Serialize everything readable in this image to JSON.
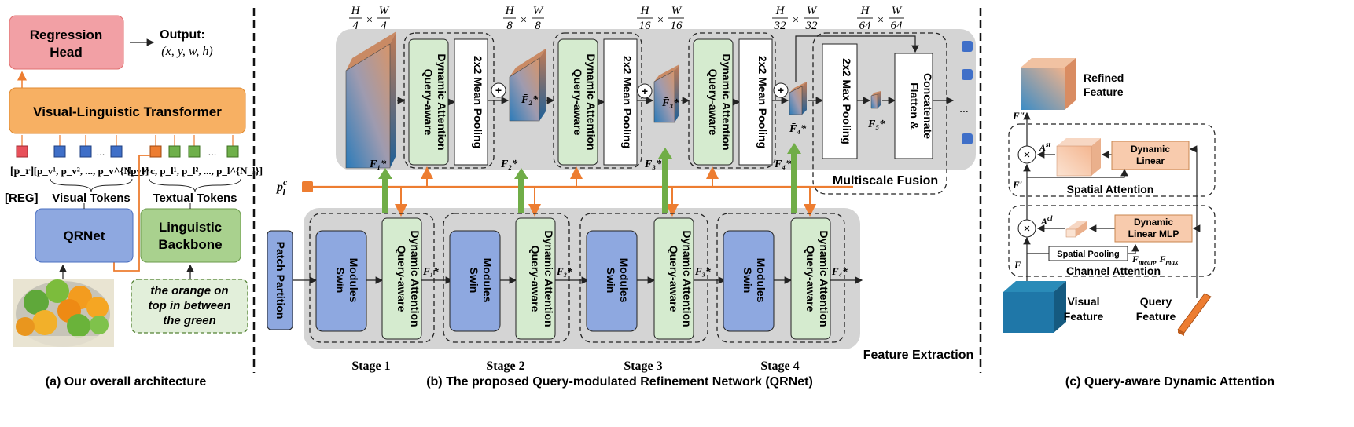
{
  "panel_a": {
    "regression_head": [
      "Regression",
      "Head"
    ],
    "output_label": "Output:",
    "output_value": "(x, y, w, h)",
    "vlt": "Visual-Linguistic Transformer",
    "reg_token": "[p_r]",
    "reg_label": "[REG]",
    "visual_tokens_text": "[p_v¹, p_v², ..., p_v^{N_v}]",
    "visual_tokens_label": "Visual Tokens",
    "textual_tokens_text": "[p_l^c, p_l¹, p_l², ..., p_l^{N_l}]",
    "textual_tokens_label": "Textual Tokens",
    "ellipsis": "...",
    "qrnet": "QRNet",
    "linguistic_backbone": [
      "Linguistic",
      "Backbone"
    ],
    "query_text": [
      "the orange on",
      "top in between",
      "the green"
    ],
    "caption": "(a) Our overall architecture"
  },
  "panel_b": {
    "resolutions": [
      {
        "num": "H",
        "den1": "4",
        "den2": "4"
      },
      {
        "num": "H",
        "den1": "8",
        "den2": "8"
      },
      {
        "num": "H",
        "den1": "16",
        "den2": "16"
      },
      {
        "num": "H",
        "den1": "32",
        "den2": "32"
      },
      {
        "num": "H",
        "den1": "64",
        "den2": "64"
      }
    ],
    "qda": [
      "Query-aware",
      "Dynamic Attention"
    ],
    "mean_pool": "2x2 Mean Pooling",
    "max_pool": "2x2 Max Pooling",
    "flatten": [
      "Flatten &",
      "Concatenate"
    ],
    "multiscale": "Multiscale Fusion",
    "feature_extraction": "Feature Extraction",
    "patch_partition": "Patch Partition",
    "swin": [
      "Swin",
      "Modules"
    ],
    "stages": [
      "Stage 1",
      "Stage 2",
      "Stage 3",
      "Stage 4"
    ],
    "query_token": "p_l^c",
    "ellipsis": "...",
    "caption": "(b) The proposed Query-modulated Refinement Network (QRNet)"
  },
  "panel_c": {
    "refined_feature": [
      "Refined",
      "Feature"
    ],
    "dynamic_linear": [
      "Dynamic",
      "Linear"
    ],
    "dynamic_linear_mlp": [
      "Dynamic",
      "Linear MLP"
    ],
    "spatial_attention": "Spatial Attention",
    "spatial_pooling": "Spatial Pooling",
    "channel_attention": "Channel Attention",
    "visual_feature": [
      "Visual",
      "Feature"
    ],
    "query_feature": [
      "Query",
      "Feature"
    ],
    "caption": "(c) Query-aware Dynamic Attention"
  },
  "colors": {
    "gray_panel": "#d4d4d4",
    "green_block": "#d5ebcf",
    "blue_block": "#8ea8e0",
    "orange_block": "#f7b063",
    "pink_block": "#f2a0a5",
    "orange_line": "#ed7d31",
    "green_arrow": "#70ad47"
  }
}
